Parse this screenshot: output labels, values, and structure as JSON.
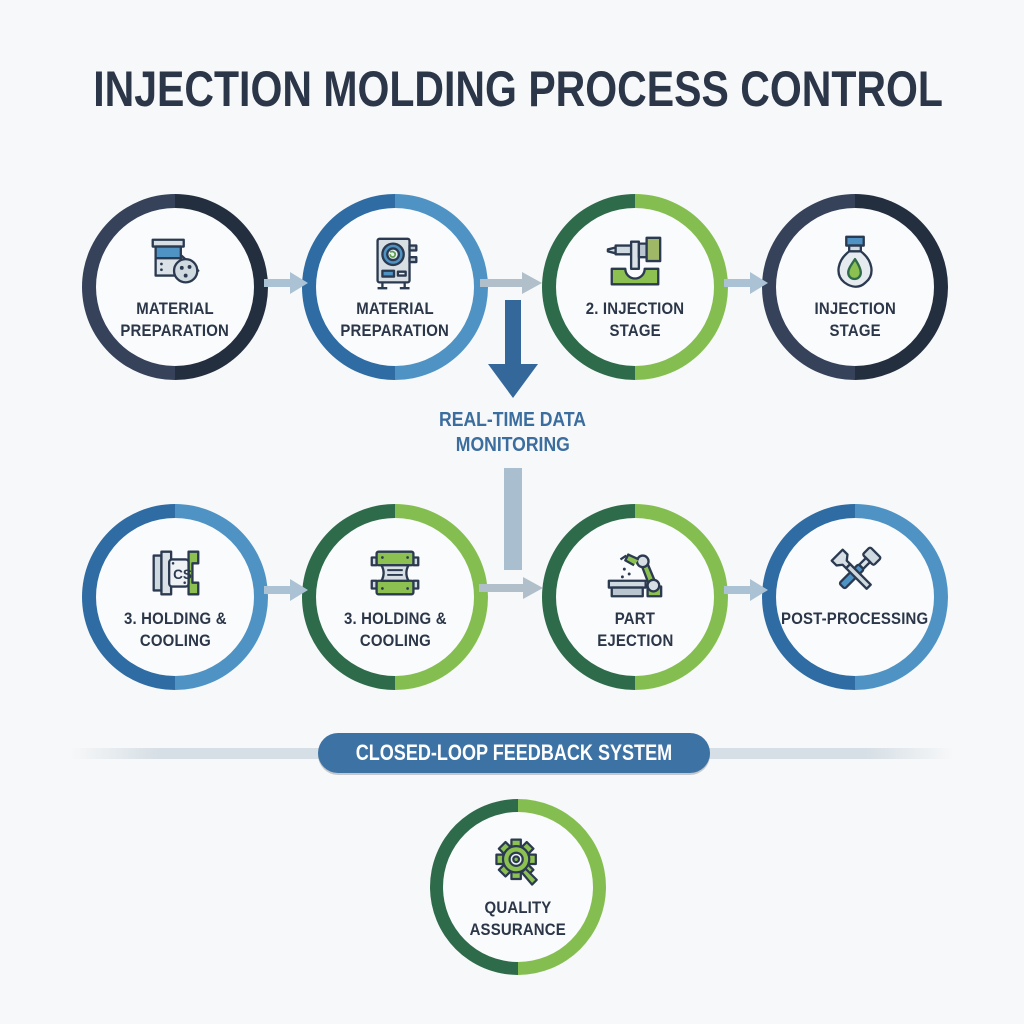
{
  "title": "INJECTION MOLDING PROCESS CONTROL",
  "monitoring": {
    "line1": "REAL-TIME DATA",
    "line2": "MONITORING"
  },
  "banner": {
    "label": "CLOSED-LOOP FEEDBACK SYSTEM"
  },
  "nodes": {
    "r1c1": {
      "line1": "MATERIAL",
      "line2": "PREPARATION",
      "icon": "material-pellets-icon",
      "theme": "navy"
    },
    "r1c2": {
      "line1": "MATERIAL",
      "line2": "PREPARATION",
      "icon": "dryer-machine-icon",
      "theme": "blue"
    },
    "r1c3": {
      "line1": "2. INJECTION",
      "line2": "STAGE",
      "icon": "injection-unit-icon",
      "theme": "green"
    },
    "r1c4": {
      "line1": "INJECTION",
      "line2": "STAGE",
      "icon": "flask-droplet-icon",
      "theme": "navy"
    },
    "r2c1": {
      "line1": "3. HOLDING &",
      "line2": "COOLING",
      "icon": "clamp-unit-icon",
      "theme": "blue"
    },
    "r2c2": {
      "line1": "3. HOLDING &",
      "line2": "COOLING",
      "icon": "mold-halves-icon",
      "theme": "green"
    },
    "r2c3": {
      "line1": "PART",
      "line2": "EJECTION",
      "icon": "robot-arm-icon",
      "theme": "green"
    },
    "r2c4": {
      "line1": "POST-PROCESSING",
      "line2": "",
      "icon": "crossed-tools-icon",
      "theme": "blue"
    },
    "quality": {
      "line1": "QUALITY",
      "line2": "ASSURANCE",
      "icon": "gear-magnifier-icon",
      "theme": "green"
    }
  },
  "colors": {
    "background": "#f7f8f9",
    "title_text": "#2b3648",
    "label_text": "#2b3648",
    "monitoring_text": "#3b6d9e",
    "navy_ring_left": "#35425a",
    "navy_ring_right": "#232e3f",
    "blue_ring_left": "#2e6ca3",
    "blue_ring_right": "#4f93c5",
    "green_ring_left": "#2e6b4a",
    "green_ring_right": "#85be50",
    "small_arrow": "#abc2d4",
    "long_arrow": "#b0bfca",
    "down_arrow": "#35689a",
    "vertical_bar": "#a9bfcf",
    "banner_pill": "#3d72a4",
    "banner_text": "#ffffff",
    "banner_line": "#d6dfe5",
    "icon_green": "#85be50",
    "icon_blue": "#4f93c5",
    "icon_gray": "#d7dee4",
    "icon_outline": "#2b3a50"
  }
}
